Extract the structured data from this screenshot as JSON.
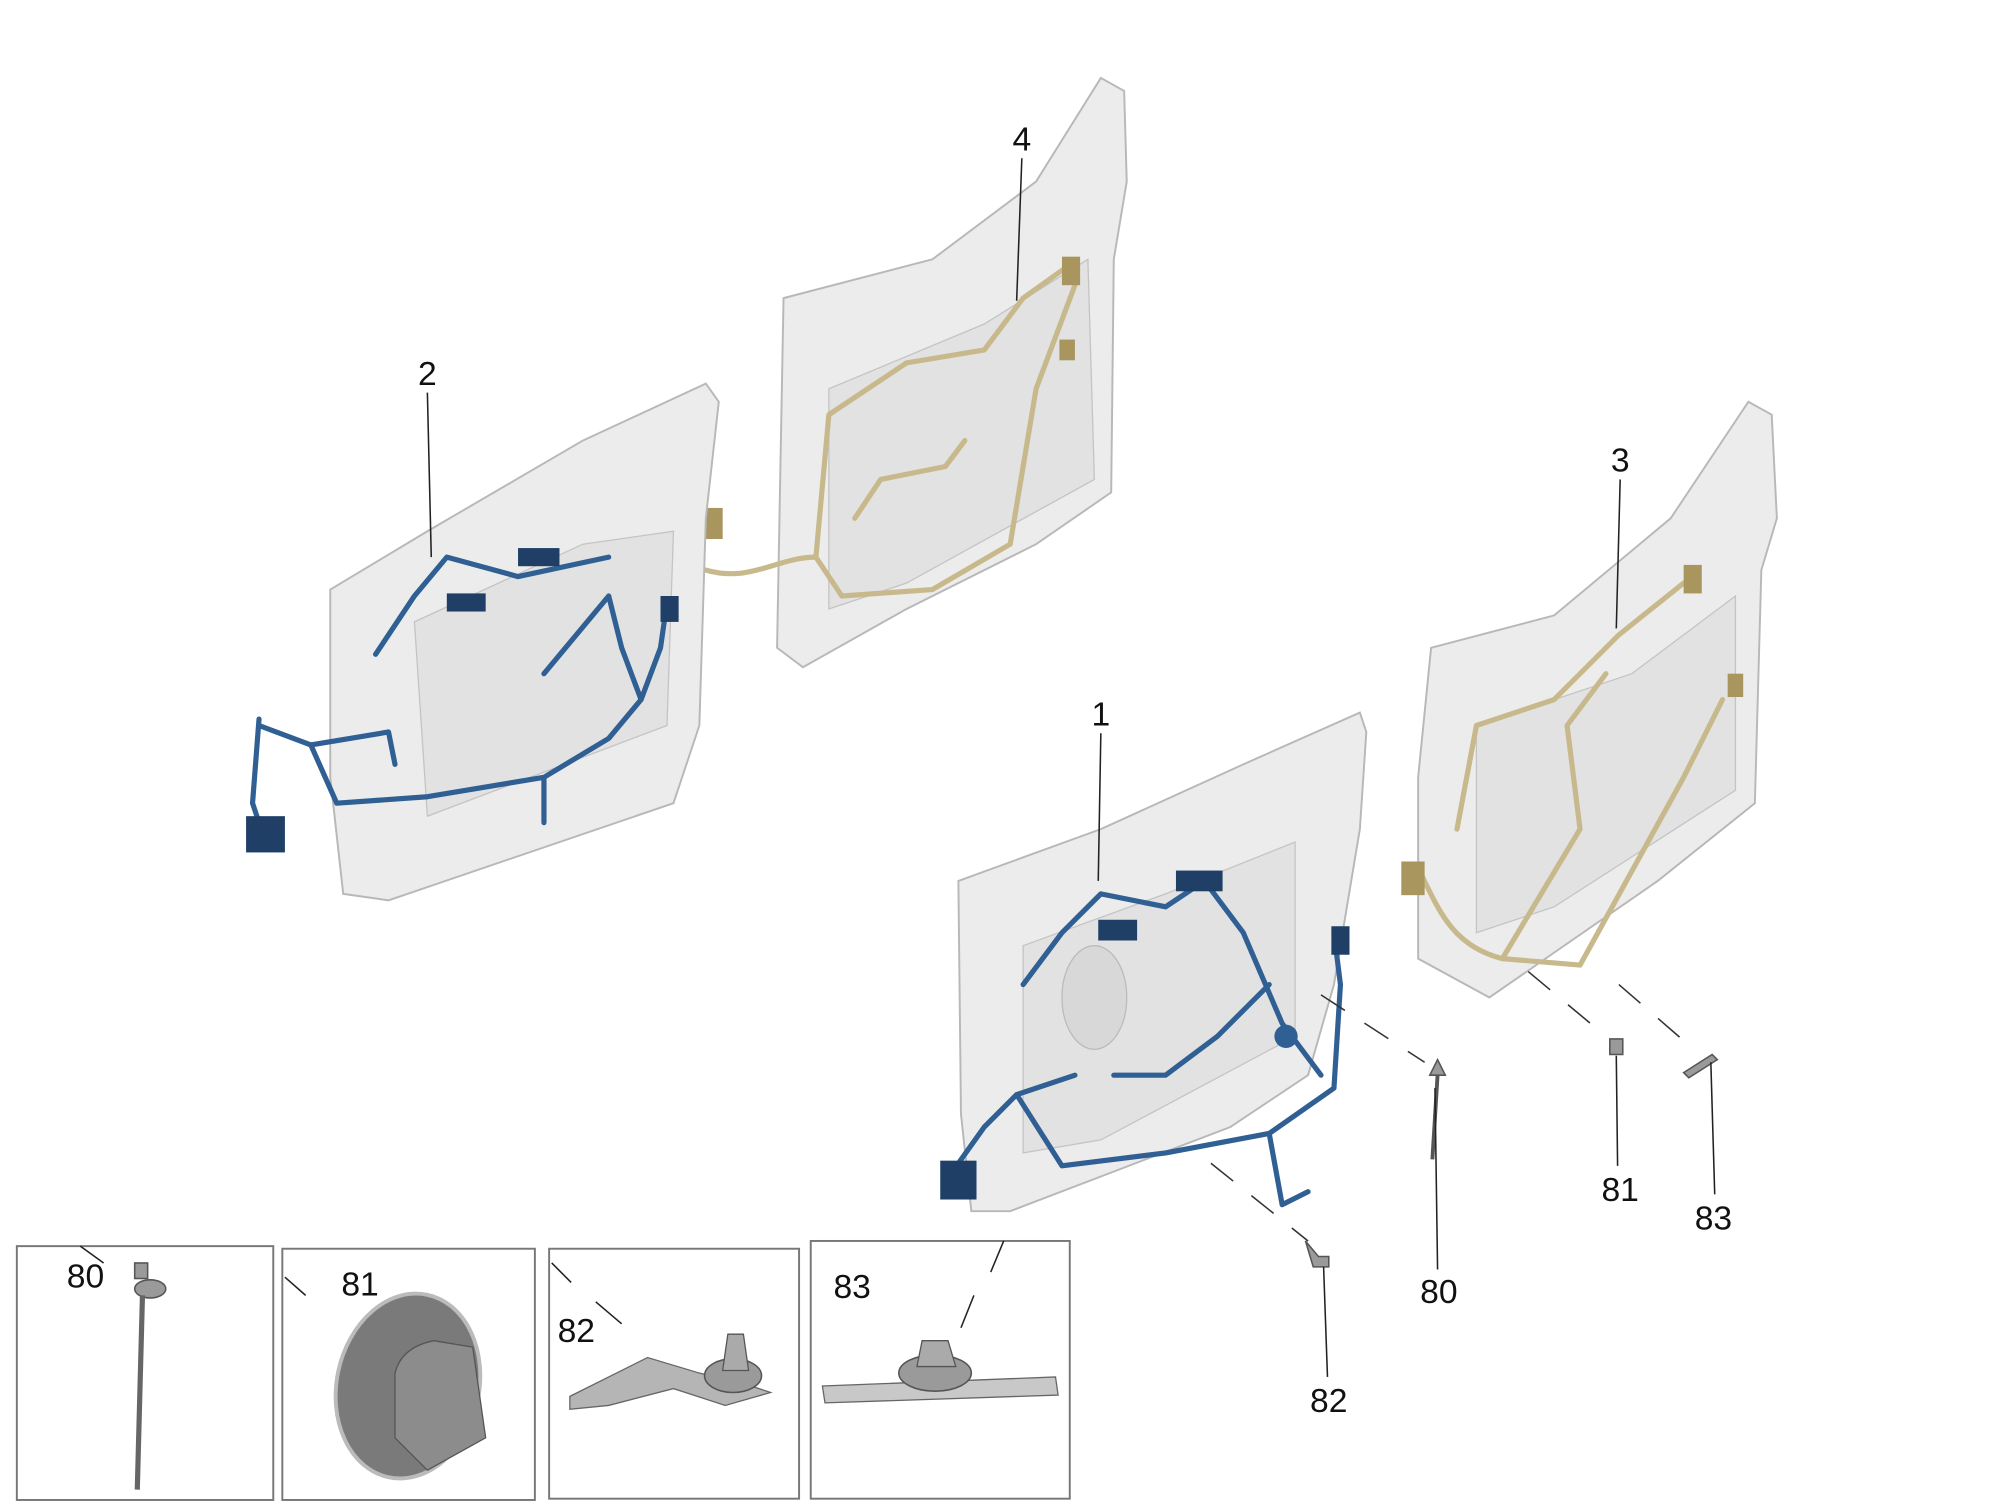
{
  "diagram": {
    "callouts": [
      {
        "id": "1",
        "text": "1"
      },
      {
        "id": "2",
        "text": "2"
      },
      {
        "id": "3",
        "text": "3"
      },
      {
        "id": "4",
        "text": "4"
      },
      {
        "id": "80",
        "text": "80"
      },
      {
        "id": "81",
        "text": "81"
      },
      {
        "id": "82",
        "text": "82"
      },
      {
        "id": "83",
        "text": "83"
      }
    ],
    "insets": [
      {
        "text": "80"
      },
      {
        "text": "81"
      },
      {
        "text": "82"
      },
      {
        "text": "83"
      }
    ],
    "colors": {
      "harness_blue": "#2f5f93",
      "harness_beige": "#c8b98c",
      "panel": "#ececec"
    }
  }
}
